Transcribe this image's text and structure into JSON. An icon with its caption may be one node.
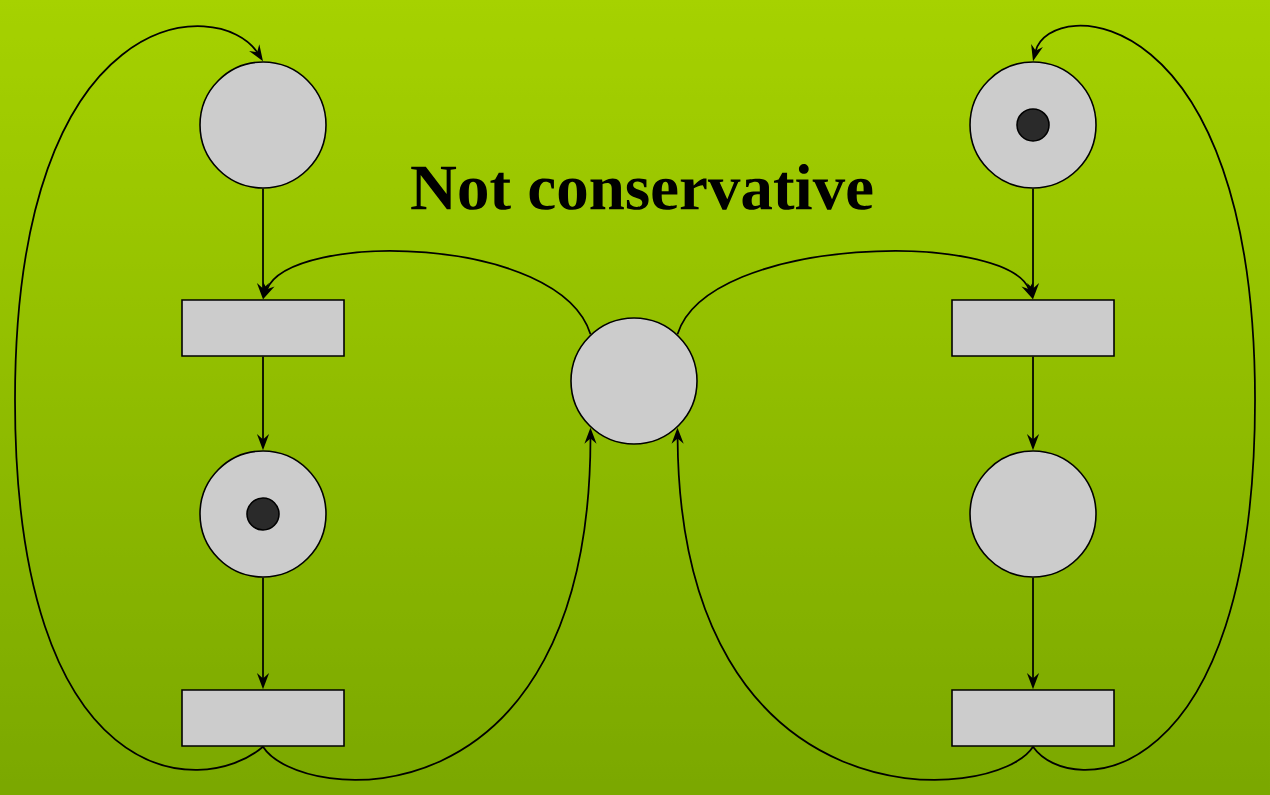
{
  "diagram": {
    "title": "Not conservative",
    "nodes": [
      {
        "text": [],
        "shape": "circle"
      },
      {
        "text": [],
        "shape": "circle"
      },
      {
        "text": [],
        "shape": "circle",
        "in": 1
      },
      {
        "text": [],
        "shape": "bar"
      },
      {
        "text": [],
        "shape": "bar"
      },
      {
        "text": [],
        "shape": "circle"
      },
      {
        "text": [],
        "shape": "circle"
      },
      {
        "text": [],
        "shape": "circle",
        "in": 6
      },
      {
        "text": [],
        "shape": "circle"
      },
      {
        "text": [],
        "shape": "bar"
      },
      {
        "text": [],
        "shape": "bar"
      }
    ],
    "edges": [
      {
        "from": 0,
        "to": 3,
        "arrow": "to"
      },
      {
        "from": 3,
        "to": 6,
        "arrow": "to"
      },
      {
        "from": 6,
        "to": 9,
        "arrow": "to"
      },
      {
        "from": 9,
        "to": 0,
        "arrow": "to"
      },
      {
        "from": 9,
        "to": 5,
        "arrow": "to"
      },
      {
        "from": 5,
        "to": 3,
        "arrow": "to"
      },
      {
        "from": 1,
        "to": 4,
        "arrow": "to"
      },
      {
        "from": 4,
        "to": 8,
        "arrow": "to"
      },
      {
        "from": 8,
        "to": 10,
        "arrow": "to"
      },
      {
        "from": 10,
        "to": 1,
        "arrow": "to"
      },
      {
        "from": 10,
        "to": 5,
        "arrow": "to"
      },
      {
        "from": 5,
        "to": 4,
        "arrow": "to"
      }
    ]
  }
}
